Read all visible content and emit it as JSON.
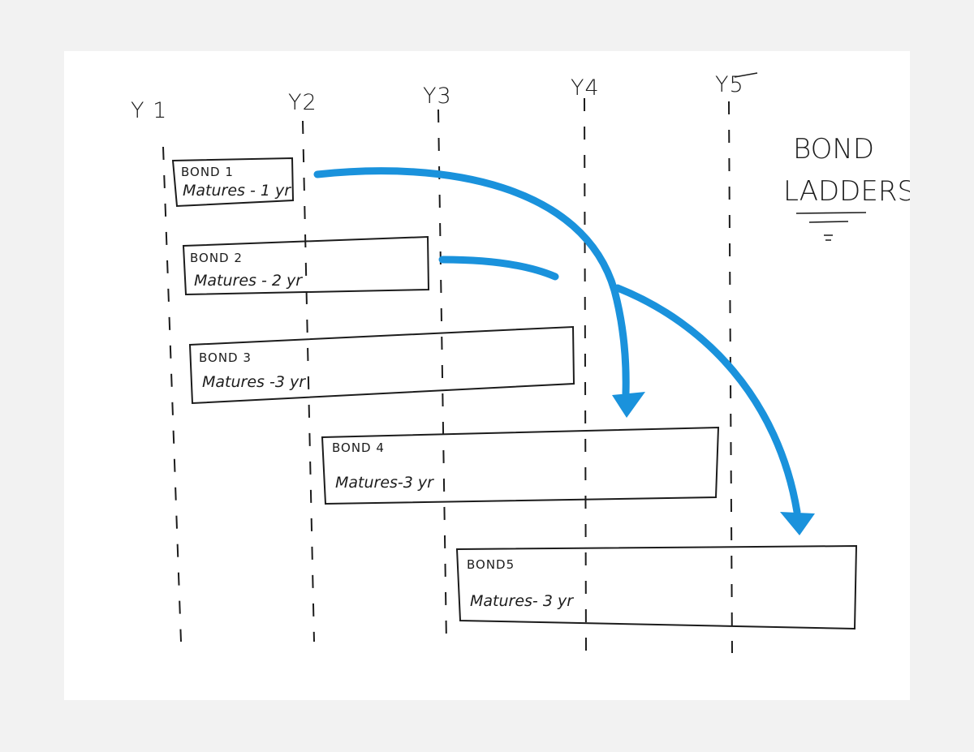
{
  "title": {
    "line1": "BOND",
    "line2": "LADDERS"
  },
  "years": [
    "Y 1",
    "Y2",
    "Y3",
    "Y4",
    "Y5"
  ],
  "bonds": [
    {
      "name": "BOND 1",
      "maturity": "Matures - 1 yr"
    },
    {
      "name": "BOND 2",
      "maturity": "Matures - 2 yr"
    },
    {
      "name": "BOND 3",
      "maturity": "Matures -3 yr"
    },
    {
      "name": "BOND 4",
      "maturity": "Matures-3 yr"
    },
    {
      "name": "BOND5",
      "maturity": "Matures- 3 yr"
    }
  ],
  "colors": {
    "ink": "#1c1c1c",
    "arrow": "#1a92dc",
    "paper": "#ffffff",
    "background": "#f2f2f2"
  }
}
